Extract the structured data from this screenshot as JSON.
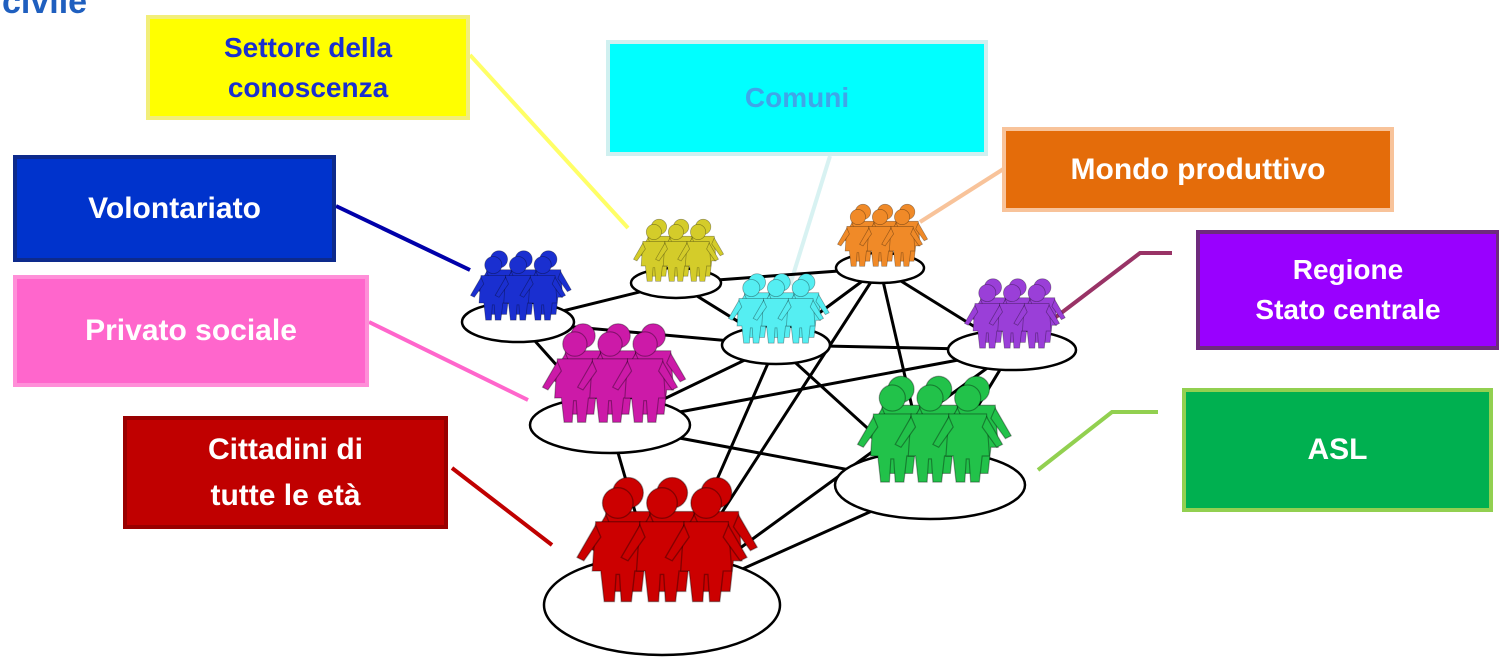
{
  "heading": "civile",
  "labels": {
    "settore": "Settore della\nconoscenza",
    "comuni": "Comuni",
    "mondo": "Mondo produttivo",
    "volontariato": "Volontariato",
    "privato": "Privato sociale",
    "regione": "Regione\nStato centrale",
    "cittadini": "Cittadini di\ntutte le età",
    "asl": "ASL"
  },
  "colors": {
    "settore": "#d4cc2a",
    "comuni": "#55eef2",
    "mondo": "#f08a28",
    "volontariato": "#1a2fd0",
    "privato": "#cc1aa8",
    "regione": "#9a3fd8",
    "cittadini": "#cc0000",
    "asl": "#22c24a",
    "connector_settore": "#ffff66",
    "connector_comuni": "#d8f2f2",
    "connector_mondo": "#f8c39a",
    "connector_volontariato": "#0000aa",
    "connector_privato": "#ff66cc",
    "connector_regione": "#993366",
    "connector_cittadini": "#c00000",
    "connector_asl": "#92d050"
  },
  "icons": {
    "group": "people-holding-hands-icon"
  }
}
